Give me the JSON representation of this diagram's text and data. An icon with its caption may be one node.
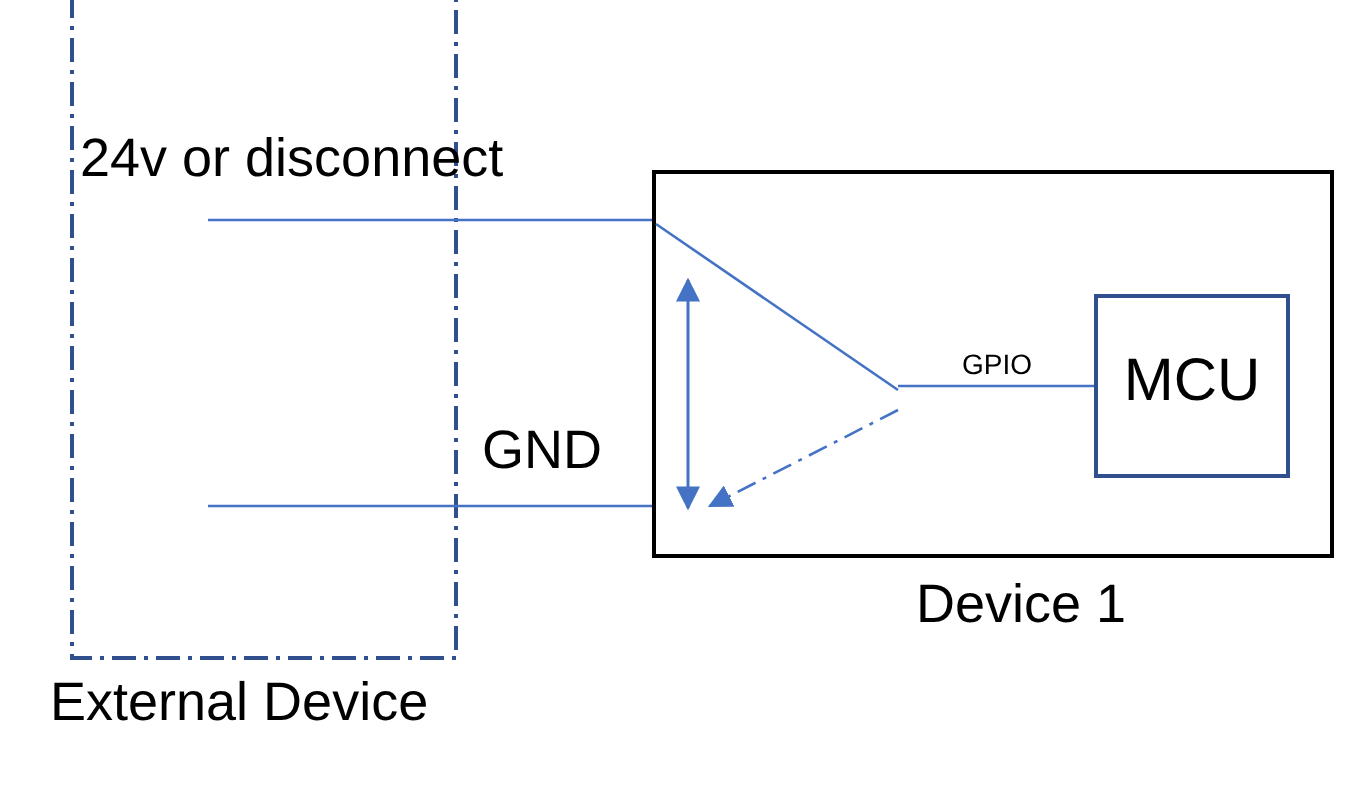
{
  "diagram": {
    "nodes": [
      {
        "text": [
          "External Device"
        ]
      },
      {
        "text": [
          "Device 1"
        ]
      },
      {
        "text": [
          "MCU"
        ],
        "in": 1
      },
      {
        "text": [],
        "shape": "switch",
        "in": 1
      }
    ],
    "edges": [
      {
        "from": 0,
        "to": 1,
        "arrow": "none",
        "label": "24v or disconnect"
      },
      {
        "from": 0,
        "to": 1,
        "arrow": "none",
        "label": "GND"
      },
      {
        "from": 3,
        "to": 2,
        "arrow": "none",
        "label": "GPIO"
      }
    ]
  }
}
